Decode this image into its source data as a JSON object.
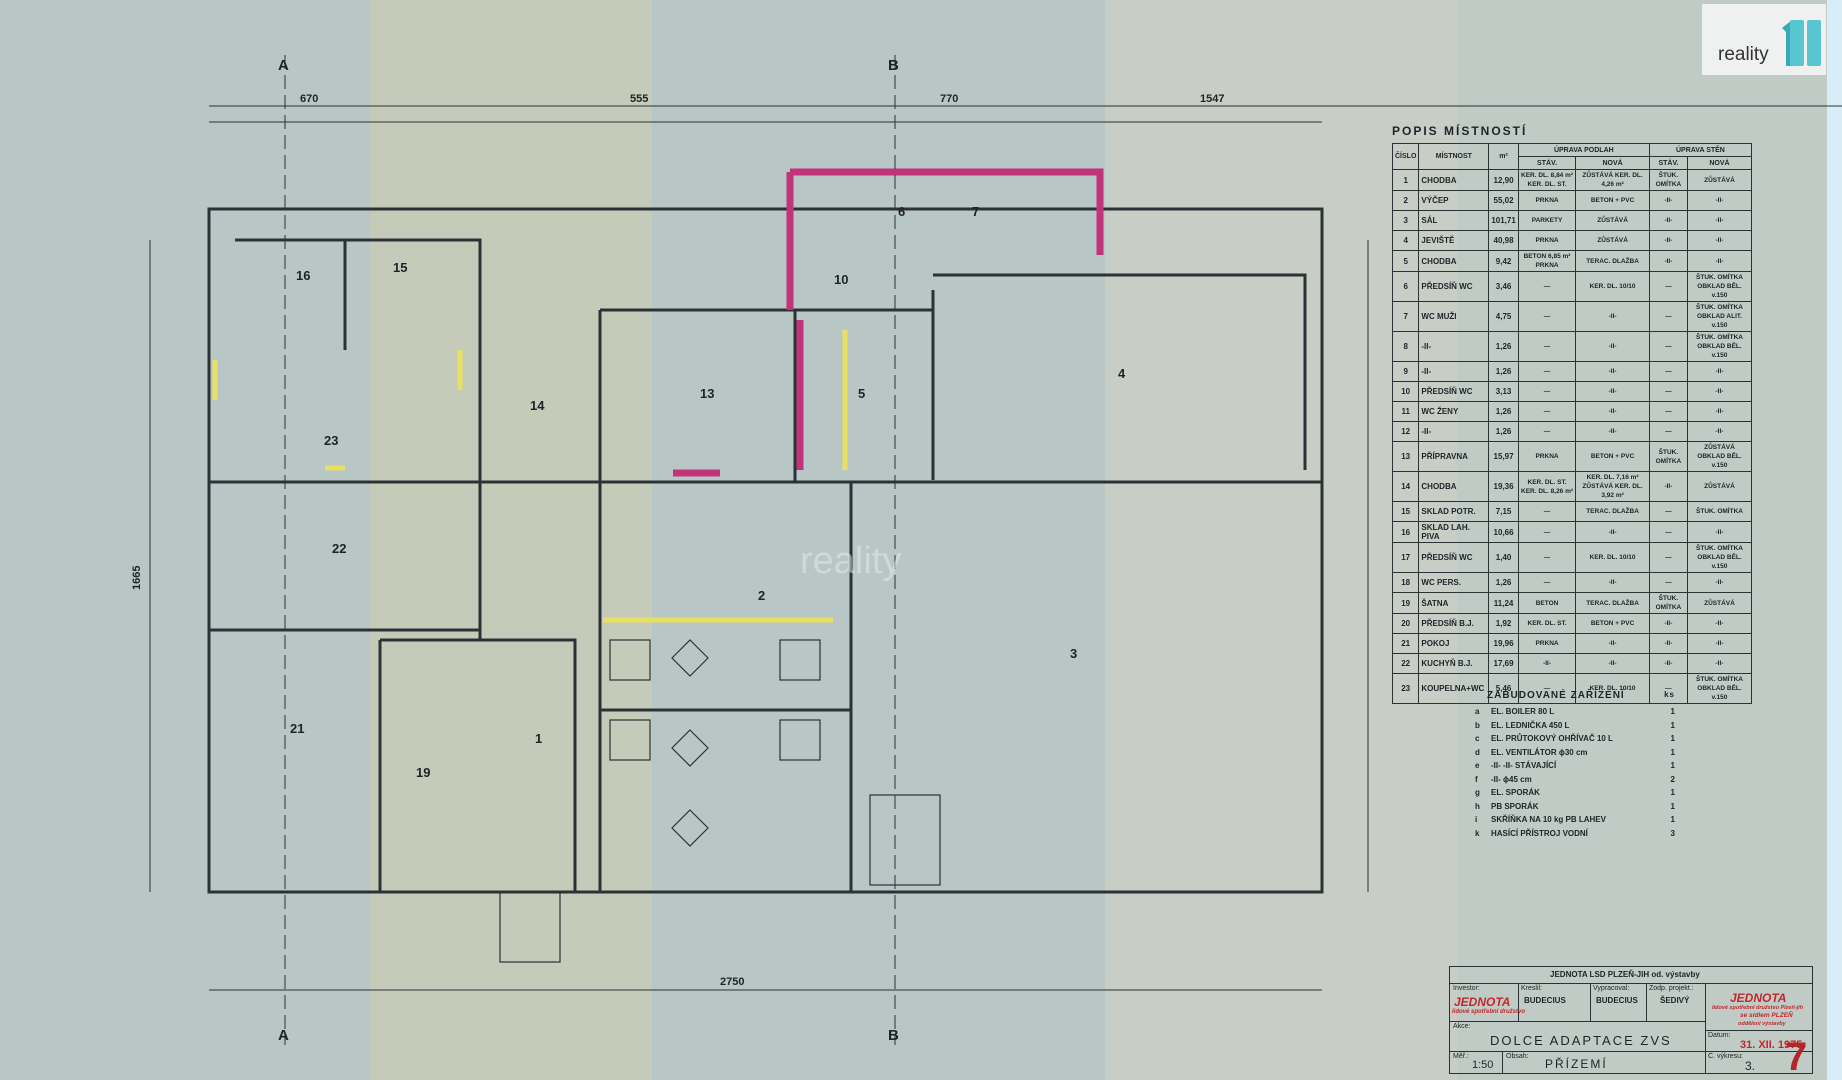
{
  "rooms_table": {
    "title": "POPIS MÍSTNOSTÍ",
    "headers": {
      "cislo": "ČÍSLO",
      "mistnost": "MÍSTNOST",
      "m2": "m²",
      "podlah": "ÚPRAVA PODLAH",
      "sten": "ÚPRAVA STĚN",
      "stav": "STÁV.",
      "nova": "NOVÁ"
    },
    "rows": [
      [
        "1",
        "CHODBA",
        "12,90",
        "KER. DL. 8,84 m² KER. DL. ST.",
        "ZŮSTÁVÁ KER. DL. 4,26 m²",
        "ŠTUK. OMÍTKA",
        "ZŮSTÁVÁ"
      ],
      [
        "2",
        "VÝČEP",
        "55,02",
        "PRKNA",
        "BETON + PVC",
        "-II-",
        "-II-"
      ],
      [
        "3",
        "SÁL",
        "101,71",
        "PARKETY",
        "ZŮSTÁVÁ",
        "-II-",
        "-II-"
      ],
      [
        "4",
        "JEVIŠTĚ",
        "40,98",
        "PRKNA",
        "ZŮSTÁVÁ",
        "-II-",
        "-II-"
      ],
      [
        "5",
        "CHODBA",
        "9,42",
        "BETON 6,85 m² PRKNA",
        "TERAC. DLAŽBA",
        "-II-",
        "-II-"
      ],
      [
        "6",
        "PŘEDSÍŇ WC",
        "3,46",
        "—",
        "KER. DL. 10/10",
        "—",
        "ŠTUK. OMÍTKA OBKLAD BĚL. v.150"
      ],
      [
        "7",
        "WC MUŽI",
        "4,75",
        "—",
        "-II-",
        "—",
        "ŠTUK. OMÍTKA OBKLAD ALIT. v.150"
      ],
      [
        "8",
        "-II-",
        "1,26",
        "—",
        "-II-",
        "—",
        "ŠTUK. OMÍTKA OBKLAD BĚL. v.150"
      ],
      [
        "9",
        "-II-",
        "1,26",
        "—",
        "-II-",
        "—",
        "-II-"
      ],
      [
        "10",
        "PŘEDSÍŇ WC",
        "3,13",
        "—",
        "-II-",
        "—",
        "-II-"
      ],
      [
        "11",
        "WC ŽENY",
        "1,26",
        "—",
        "-II-",
        "—",
        "-II-"
      ],
      [
        "12",
        "-II-",
        "1,26",
        "—",
        "-II-",
        "—",
        "-II-"
      ],
      [
        "13",
        "PŘÍPRAVNA",
        "15,97",
        "PRKNA",
        "BETON + PVC",
        "ŠTUK. OMÍTKA",
        "ZŮSTÁVÁ OBKLAD BĚL. v.150"
      ],
      [
        "14",
        "CHODBA",
        "19,36",
        "KER. DL. ST. KER. DL. 8,26 m²",
        "KER. DL. 7,16 m² ZŮSTÁVÁ KER. DL. 3,92 m²",
        "-II-",
        "ZŮSTÁVÁ"
      ],
      [
        "15",
        "SKLAD POTR.",
        "7,15",
        "—",
        "TERAC. DLAŽBA",
        "—",
        "ŠTUK. OMÍTKA"
      ],
      [
        "16",
        "SKLAD LAH. PIVA",
        "10,66",
        "—",
        "-II-",
        "—",
        "-II-"
      ],
      [
        "17",
        "PŘEDSÍŇ WC",
        "1,40",
        "—",
        "KER. DL. 10/10",
        "—",
        "ŠTUK. OMÍTKA OBKLAD BĚL. v.150"
      ],
      [
        "18",
        "WC PERS.",
        "1,26",
        "—",
        "-II-",
        "—",
        "-II-"
      ],
      [
        "19",
        "ŠATNA",
        "11,24",
        "BETON",
        "TERAC. DLAŽBA",
        "ŠTUK. OMÍTKA",
        "ZŮSTÁVÁ"
      ],
      [
        "20",
        "PŘEDSÍŇ B.J.",
        "1,92",
        "KER. DL. ST.",
        "BETON + PVC",
        "-II-",
        "-II-"
      ],
      [
        "21",
        "POKOJ",
        "19,96",
        "PRKNA",
        "-II-",
        "-II-",
        "-II-"
      ],
      [
        "22",
        "KUCHYŇ B.J.",
        "17,69",
        "-II-",
        "-II-",
        "-II-",
        "-II-"
      ],
      [
        "23",
        "KOUPELNA+WC",
        "5,46",
        "—",
        "KER. DL. 10/10",
        "—",
        "ŠTUK. OMÍTKA OBKLAD BĚL. v.150"
      ]
    ]
  },
  "equipment": {
    "title": "ZABUDOVANÉ ZAŘÍZENÍ",
    "qty_header": "ks",
    "items": [
      [
        "a",
        "EL. BOILER 80 L",
        "1"
      ],
      [
        "b",
        "EL. LEDNIČKA 450 L",
        "1"
      ],
      [
        "c",
        "EL. PRŮTOKOVÝ OHŘÍVAČ 10 L",
        "1"
      ],
      [
        "d",
        "EL. VENTILÁTOR ϕ30 cm",
        "1"
      ],
      [
        "e",
        "-II-   -II-   STÁVAJÍCÍ",
        "1"
      ],
      [
        "f",
        "-II-   ϕ45 cm",
        "2"
      ],
      [
        "g",
        "EL. SPORÁK",
        "1"
      ],
      [
        "h",
        "PB SPORÁK",
        "1"
      ],
      [
        "i",
        "SKŘÍŇKA NA 10 kg PB LAHEV",
        "1"
      ],
      [
        "k",
        "HASÍCÍ PŘÍSTROJ VODNÍ",
        "3"
      ]
    ]
  },
  "title_block": {
    "header": "JEDNOTA LSD PLZEŇ-JIH od. výstavby",
    "investor_label": "Investor:",
    "investor": "JEDNOTA",
    "investor_sub": "lidové spotřební družstvo",
    "kreslil_label": "Kreslil:",
    "kreslil": "BUDECIUS",
    "vypracoval_label": "Vypracoval:",
    "vypracoval": "BUDECIUS",
    "zodp_label": "Zodp. projekt.:",
    "zodp": "ŠEDIVÝ",
    "stamp_title": "JEDNOTA",
    "stamp_line1": "lidové spotřební družstvo Plzeň-jih",
    "stamp_line2": "se sídlem PLZEŇ",
    "stamp_line3": "oddělení výstavby",
    "akce_label": "Akce:",
    "akce": "DOLCE ADAPTACE ZVS",
    "datum_label": "Datum:",
    "datum": "31. XII. 1975",
    "meritko_label": "Měř.:",
    "meritko": "1:50",
    "obsah_label": "Obsah:",
    "obsah": "PŘÍZEMÍ",
    "vytisk_label": "Č. výkresu:",
    "vytisk": "3.",
    "red_mark": "7"
  },
  "plan": {
    "section_a": "A",
    "section_b": "B",
    "overall_width": "2750",
    "overall_height": "1665",
    "rooms": [
      "1",
      "2",
      "3",
      "4",
      "5",
      "6",
      "7",
      "10",
      "13",
      "14",
      "15",
      "16",
      "19",
      "21",
      "22",
      "23"
    ],
    "dims_top": [
      "670",
      "555",
      "770",
      "1547"
    ]
  },
  "logo": {
    "text": "reality",
    "mark": "11",
    "color": "#4fc3cf"
  },
  "watermark": "reality"
}
